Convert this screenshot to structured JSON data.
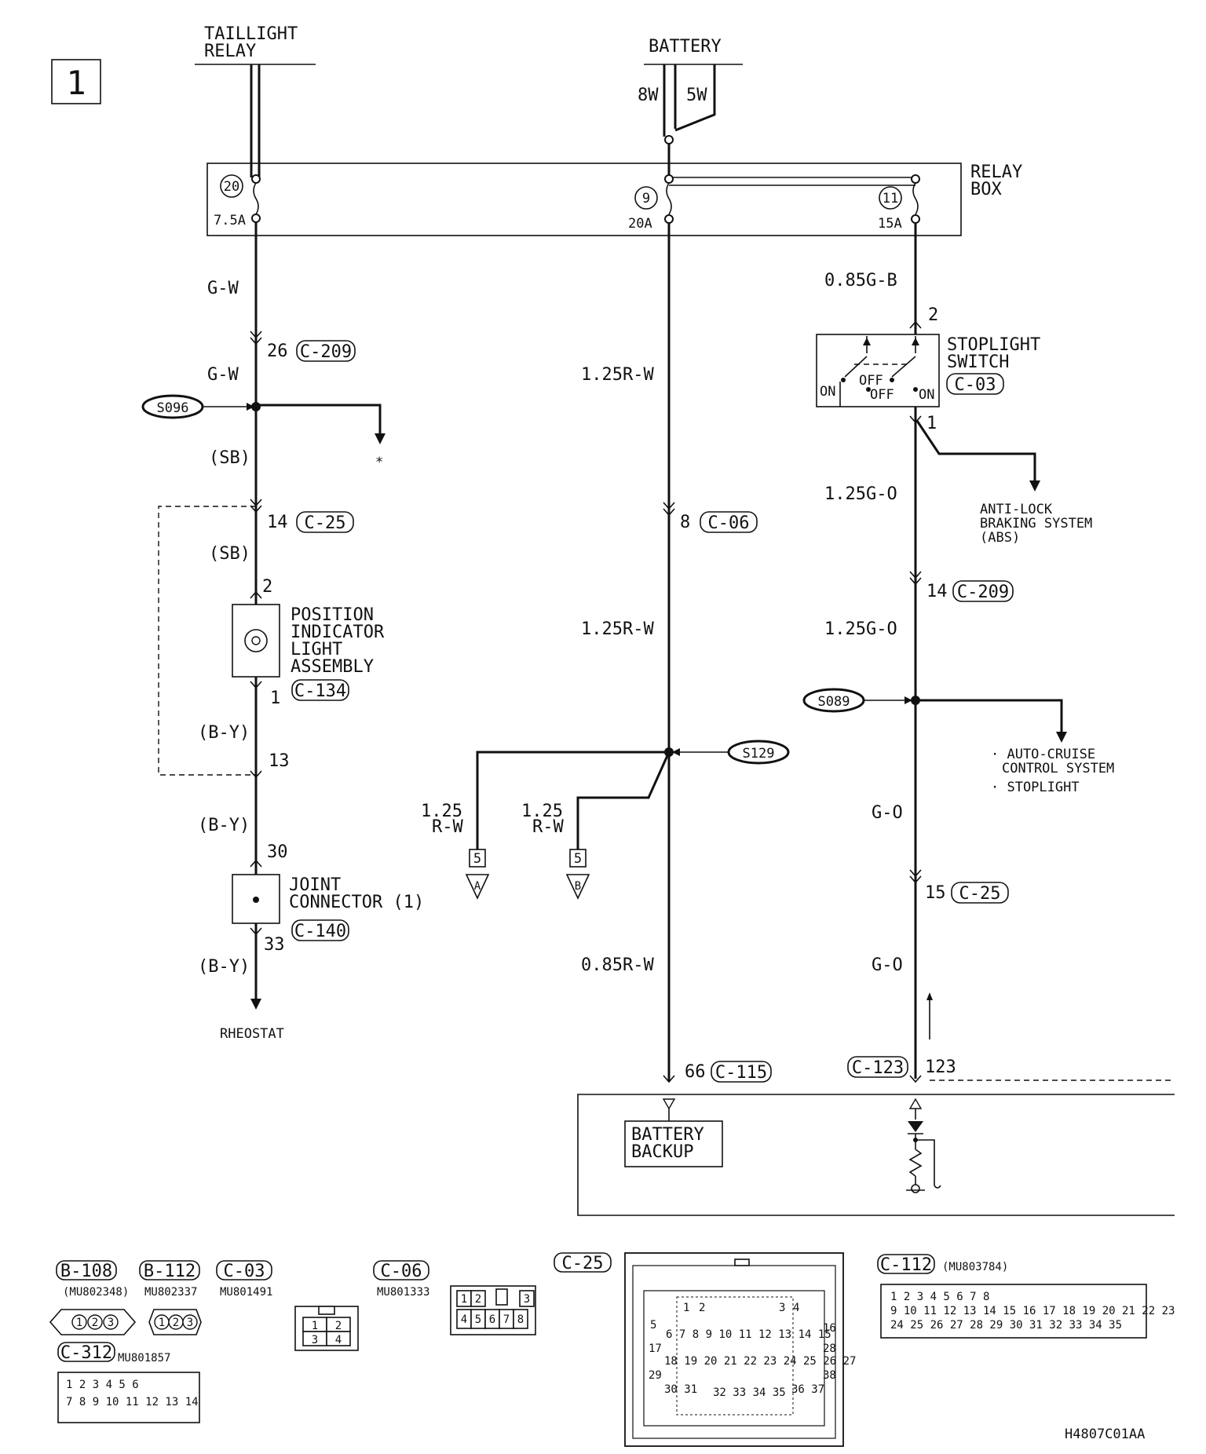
{
  "page_marker": "1",
  "sources": {
    "taillight_relay": [
      "TAILLIGHT",
      "RELAY"
    ],
    "battery": "BATTERY",
    "battery_wires": [
      "8W",
      "5W"
    ]
  },
  "relay_box": {
    "label": [
      "RELAY",
      "BOX"
    ],
    "fuses": [
      {
        "number": "20",
        "rating": "7.5A"
      },
      {
        "number": "9",
        "rating": "20A"
      },
      {
        "number": "11",
        "rating": "15A"
      }
    ]
  },
  "left_circuit": {
    "wire_1": "G-W",
    "c209_pin": "26",
    "wire_2": "G-W",
    "splice": "S096",
    "asterisk": "*",
    "wire_sb_1": "(SB)",
    "c25_pin": "14",
    "wire_sb_2": "(SB)",
    "pil_pin_top": "2",
    "pil_label": [
      "POSITION",
      "INDICATOR",
      "LIGHT",
      "ASSEMBLY"
    ],
    "pil_pin_bottom": "1",
    "c134": "C-134",
    "wire_by_1": "(B-Y)",
    "pin_13": "13",
    "wire_by_2": "(B-Y)",
    "pin_30": "30",
    "joint_label": [
      "JOINT",
      "CONNECTOR (1)"
    ],
    "c140": "C-140",
    "pin_33": "33",
    "wire_by_3": "(B-Y)",
    "rheostat": "RHEOSTAT"
  },
  "middle_circuit": {
    "wire_1": "1.25R-W",
    "c06_pin": "8",
    "wire_2": "1.25R-W",
    "splice": "S129",
    "branch_a": {
      "wire": [
        "1.25",
        "R-W"
      ],
      "pin": "5",
      "target": "A"
    },
    "branch_b": {
      "wire": [
        "1.25",
        "R-W"
      ],
      "pin": "5",
      "target": "B"
    },
    "wire_3": "0.85R-W",
    "c115_pin": "66",
    "backup_label": [
      "BATTERY",
      "BACKUP"
    ]
  },
  "right_circuit": {
    "wire_1": "0.85G-B",
    "switch_pin_top": "2",
    "switch_label": [
      "STOPLIGHT",
      "SWITCH"
    ],
    "switch_conn": "C-03",
    "switch_states": {
      "on_left": "ON",
      "off_1": "OFF",
      "off_2": "OFF",
      "on_right": "ON"
    },
    "switch_pin_bottom": "1",
    "abs_label": [
      "ANTI-LOCK",
      "BRAKING SYSTEM",
      "(ABS)"
    ],
    "wire_2": "1.25G-O",
    "c209_pin": "14",
    "wire_3": "1.25G-O",
    "splice": "S089",
    "cruise_labels": [
      "· AUTO-CRUISE",
      "CONTROL SYSTEM",
      "· STOPLIGHT"
    ],
    "wire_4": "G-O",
    "c25_pin": "15",
    "wire_5": "G-O",
    "c123": "C-123",
    "pin_123": "123"
  },
  "connector_tags": {
    "c209": "C-209",
    "c25": "C-25",
    "c06": "C-06",
    "c115": "C-115",
    "c03": "C-03"
  },
  "connector_legend": {
    "b108": {
      "name": "B-108",
      "part": "(MU802348)"
    },
    "b112": {
      "name": "B-112",
      "part": "MU802337"
    },
    "c03": {
      "name": "C-03",
      "part": "MU801491",
      "pins": [
        "1",
        "2",
        "3",
        "4"
      ]
    },
    "c06": {
      "name": "C-06",
      "part": "MU801333",
      "pins": [
        "1",
        "2",
        "3",
        "4",
        "5",
        "6",
        "7",
        "8"
      ]
    },
    "c25": {
      "name": "C-25"
    },
    "c112": {
      "name": "C-112",
      "part": "(MU803784)"
    },
    "c312": {
      "name": "C-312",
      "part": "MU801857"
    }
  },
  "figure_code": "H4807C01AA"
}
